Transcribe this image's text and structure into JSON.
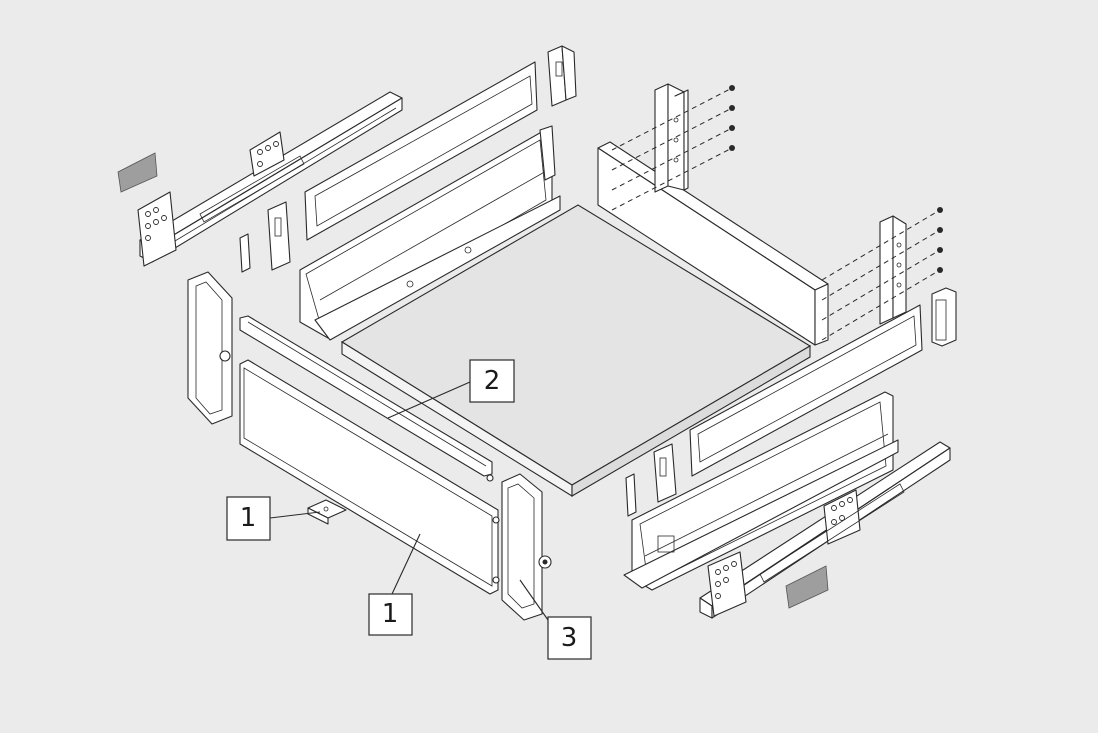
{
  "callouts": [
    {
      "id": "front-panel-clip",
      "label": "1"
    },
    {
      "id": "front-panel",
      "label": "1"
    },
    {
      "id": "drawer-bottom",
      "label": "2"
    },
    {
      "id": "front-connector",
      "label": "3"
    }
  ],
  "colors": {
    "background": "#ebebeb",
    "line": "#2a2a2a",
    "part_fill": "#ffffff",
    "bottom_panel": "#e4e4e4",
    "pad": "#9e9e9e"
  }
}
